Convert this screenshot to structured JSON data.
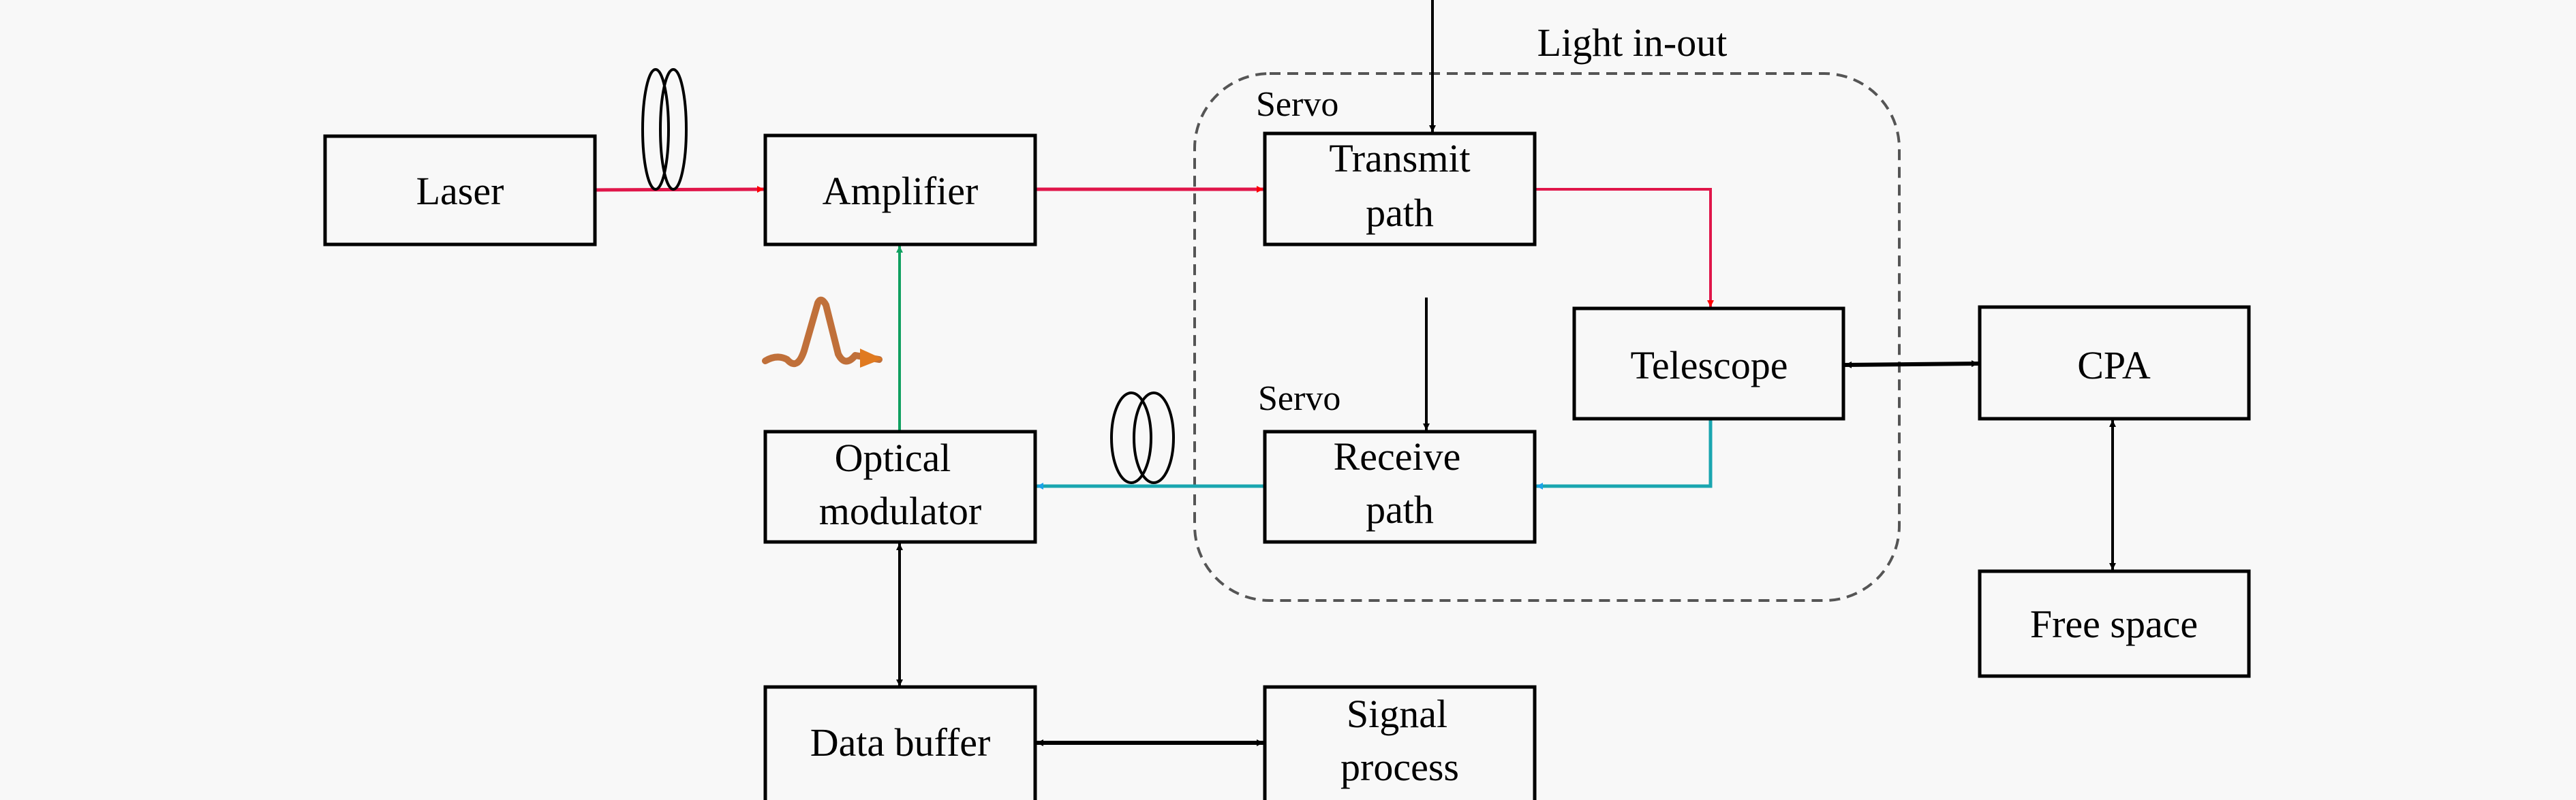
{
  "title": "Optical communication system block diagram",
  "colors": {
    "background": "#f8f8f8",
    "transmit_line": "#e0164a",
    "transmit_arrow": "#ff0000",
    "receive_line": "#1aa6b0",
    "receive_arrow": "#1aa3e8",
    "modulation_line": "#10a060",
    "boundary_dash": "#555555",
    "pulse": "#c0703a"
  },
  "blocks": {
    "laser": "Laser",
    "amplifier": "Amplifier",
    "transmit_path": [
      "Transmit",
      "path"
    ],
    "telescope": "Telescope",
    "cpa": "CPA",
    "receive_path": [
      "Receive",
      "path"
    ],
    "optical_modulator": [
      "Optical",
      "modulator"
    ],
    "free_space": "Free space",
    "data_buffer": "Data buffer",
    "signal_process": [
      "Signal",
      "process"
    ]
  },
  "labels": {
    "light_in_out": "Light in-out",
    "servo_transmit": "Servo",
    "servo_receive": "Servo"
  },
  "icons": {
    "fiber_coil_transmit": "fiber-coil-icon",
    "fiber_coil_receive": "fiber-coil-icon",
    "signal_pulse": "pulse-waveform-icon"
  }
}
